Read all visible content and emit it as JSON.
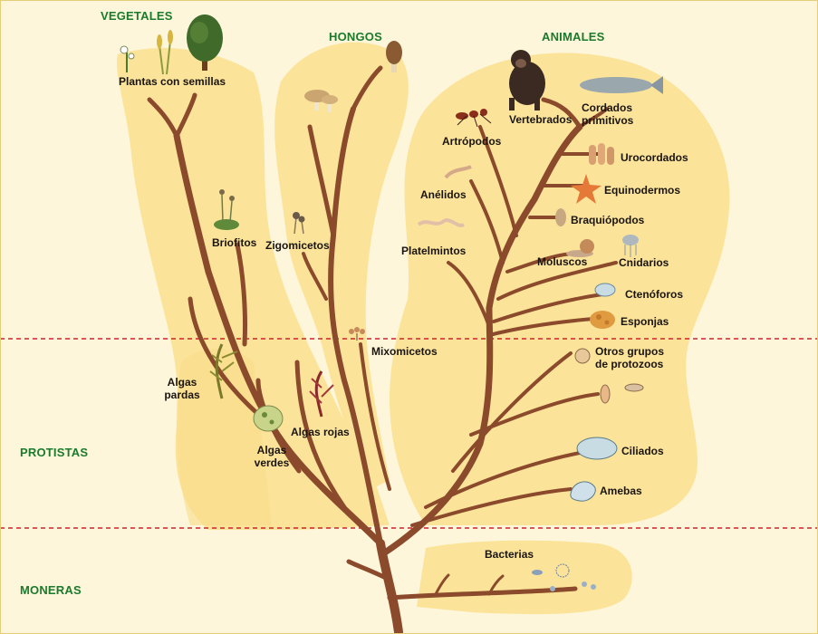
{
  "kingdoms": {
    "vegetales": "VEGETALES",
    "hongos": "HONGOS",
    "animales": "ANIMALES",
    "protistas": "PROTISTAS",
    "moneras": "MONERAS"
  },
  "labels": {
    "plantas": "Plantas con semillas",
    "briofitos": "Briofitos",
    "algas_pardas_1": "Algas",
    "algas_pardas_2": "pardas",
    "algas_verdes_1": "Algas",
    "algas_verdes_2": "verdes",
    "algas_rojas": "Algas rojas",
    "zigomicetos": "Zigomicetos",
    "mixomicetos": "Mixomicetos",
    "artropodos": "Artrópodos",
    "vertebrados": "Vertebrados",
    "cordados_1": "Cordados",
    "cordados_2": "primitivos",
    "urocordados": "Urocordados",
    "equinodermos": "Equinodermos",
    "braquiopodos": "Braquiópodos",
    "anelidos": "Anélidos",
    "platelmintos": "Platelmintos",
    "moluscos": "Moluscos",
    "cnidarios": "Cnidarios",
    "ctenoforos": "Ctenóforos",
    "esponjas": "Esponjas",
    "otros_1": "Otros grupos",
    "otros_2": "de protozoos",
    "ciliados": "Ciliados",
    "amebas": "Amebas",
    "bacterias": "Bacterias"
  },
  "colors": {
    "branch": "#8b4a2b",
    "blob": "#fbe49a",
    "background": "#fdf6da",
    "divider": "#d0202a",
    "kingdom_text": "#1b7a2c"
  },
  "icons": [
    "tree-icon",
    "flower-icon",
    "mushroom-icon",
    "chimpanzee-icon",
    "fish-icon",
    "ant-icon",
    "worm-icon",
    "starfish-icon",
    "snail-icon",
    "jellyfish-icon",
    "sponge-icon",
    "seaweed-icon",
    "protozoa-icon",
    "bacteria-icon"
  ]
}
